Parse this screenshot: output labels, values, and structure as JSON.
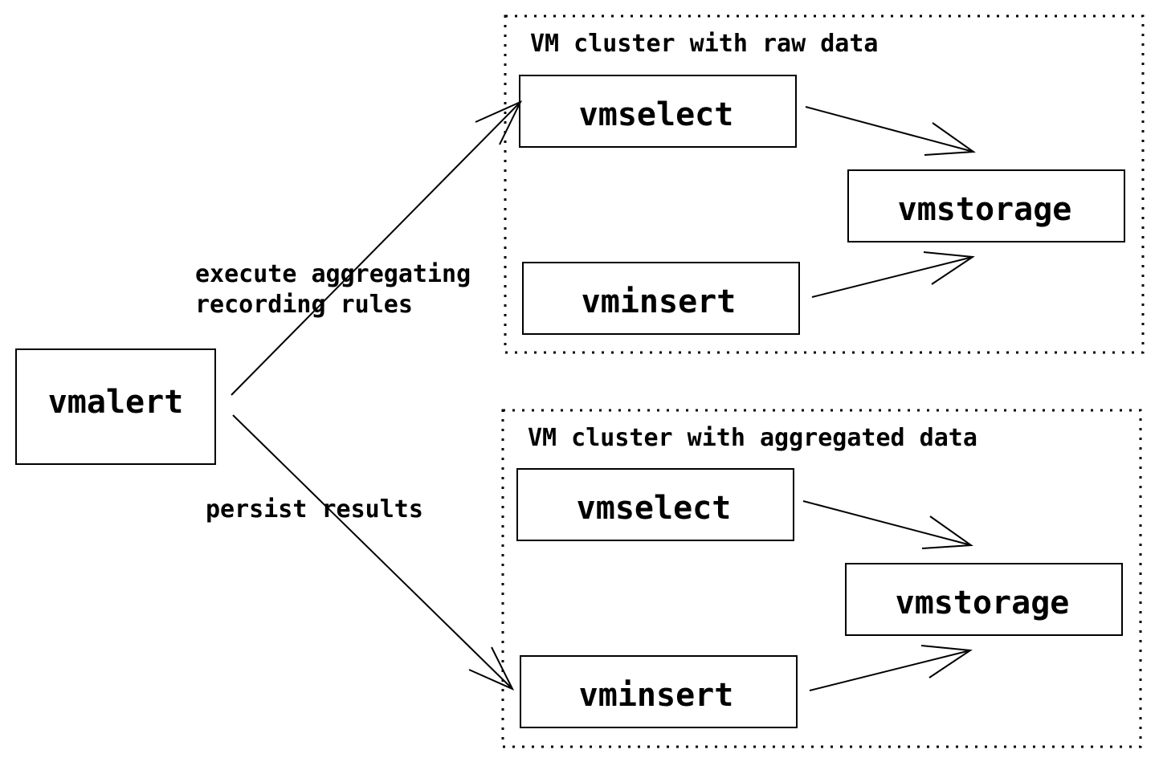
{
  "nodes": {
    "vmalert": "vmalert"
  },
  "clusters": {
    "raw": {
      "title": "VM cluster with raw data",
      "vmselect": "vmselect",
      "vmstorage": "vmstorage",
      "vminsert": "vminsert"
    },
    "aggregated": {
      "title": "VM cluster with aggregated data",
      "vmselect": "vmselect",
      "vmstorage": "vmstorage",
      "vminsert": "vminsert"
    }
  },
  "edges": {
    "execute_line1": "execute aggregating",
    "execute_line2": "recording rules",
    "persist": "persist results"
  },
  "colors": {
    "stroke": "#000000",
    "background": "#ffffff"
  }
}
